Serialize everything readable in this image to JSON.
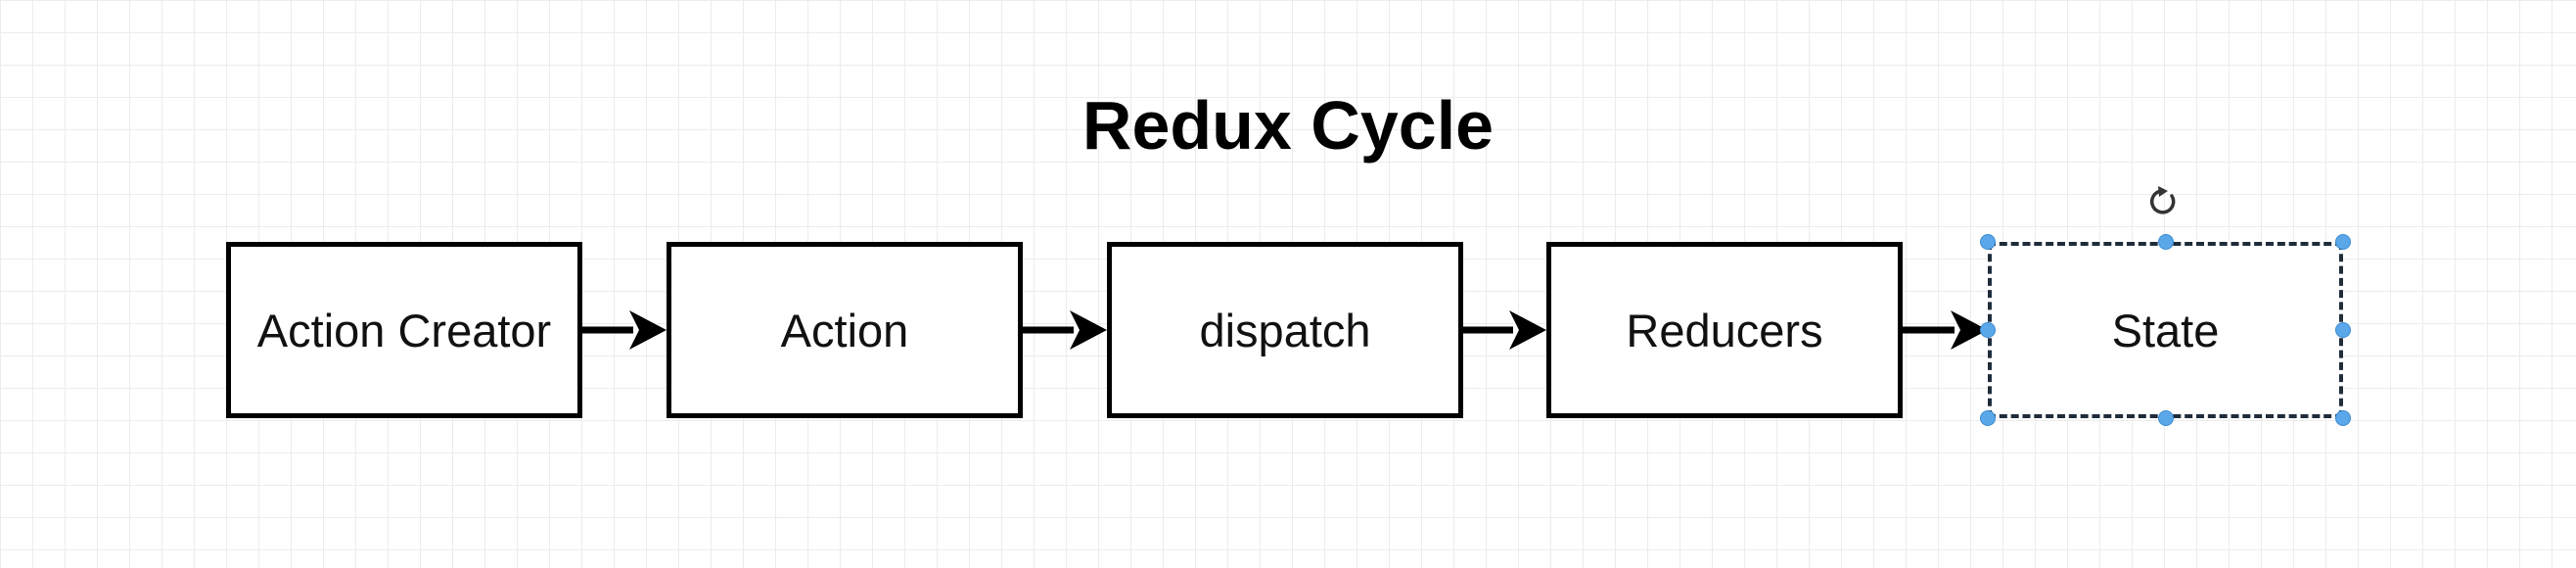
{
  "diagram": {
    "title": "Redux Cycle",
    "nodes": [
      {
        "id": "action-creator",
        "label": "Action Creator"
      },
      {
        "id": "action",
        "label": "Action"
      },
      {
        "id": "dispatch",
        "label": "dispatch"
      },
      {
        "id": "reducers",
        "label": "Reducers"
      },
      {
        "id": "state",
        "label": "State",
        "selected": true
      }
    ],
    "edges": [
      {
        "from": "action-creator",
        "to": "action"
      },
      {
        "from": "action",
        "to": "dispatch"
      },
      {
        "from": "dispatch",
        "to": "reducers"
      },
      {
        "from": "reducers",
        "to": "state"
      }
    ]
  },
  "colors": {
    "box_border": "#000000",
    "selection_handle": "#5aa7ea",
    "grid_line": "#ececec"
  },
  "icons": {
    "rotate": "rotate-icon"
  }
}
